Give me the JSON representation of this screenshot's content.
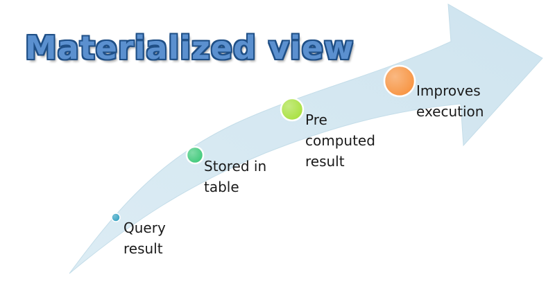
{
  "title": "Materialized view",
  "colors": {
    "arrow_fill": "#d4e8f2",
    "arrow_edge": "#bcd9e7",
    "title_fill": "#5b90cf",
    "title_outline": "#1f4f86"
  },
  "steps": [
    {
      "lines": [
        "Query",
        "result"
      ],
      "dot_color": "#2f9fc0"
    },
    {
      "lines": [
        "Stored in",
        "table"
      ],
      "dot_color": "#3bc877"
    },
    {
      "lines": [
        "Pre",
        "computed",
        "result"
      ],
      "dot_color": "#a6e03b"
    },
    {
      "lines": [
        "Improves",
        "execution"
      ],
      "dot_color": "#f7923e"
    }
  ]
}
